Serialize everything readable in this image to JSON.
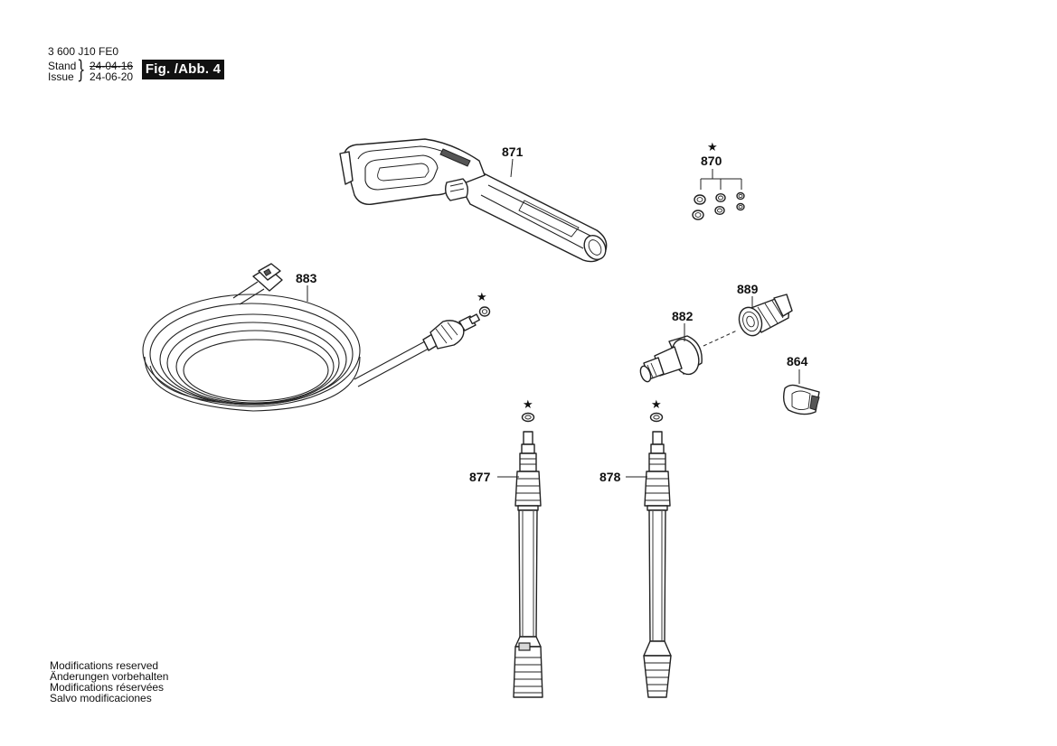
{
  "header": {
    "doc_id": "3 600 J10 FE0",
    "stand_label": "Stand",
    "issue_label": "Issue",
    "stand_date": "24-04-16",
    "issue_date": "24-06-20",
    "figure_label": "Fig. /Abb. 4"
  },
  "parts": {
    "p871": "871",
    "p870": "870",
    "p883": "883",
    "p889": "889",
    "p882": "882",
    "p864": "864",
    "p877": "877",
    "p878": "878"
  },
  "symbols": {
    "star": "★"
  },
  "notes": [
    "Modifications reserved",
    "Änderungen vorbehalten",
    "Modifications réservées",
    "Salvo modificaciones"
  ]
}
